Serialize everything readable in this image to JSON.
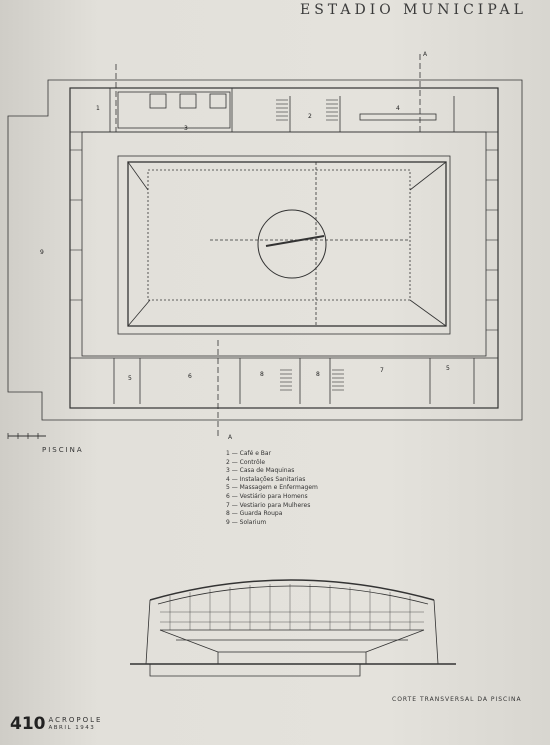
{
  "header": {
    "title": "ESTADIO MUNICIPAL"
  },
  "plan": {
    "section_marker_top": "A",
    "section_marker_bottom": "A",
    "room_numbers": [
      "1",
      "2",
      "3",
      "4",
      "5",
      "6",
      "7",
      "8",
      "9"
    ],
    "pool_label": "PISCINA"
  },
  "legend": {
    "items": [
      "1 — Café e Bar",
      "2 — Contrôle",
      "3 — Casa de Maquinas",
      "4 — Instalações Sanitarias",
      "5 — Massagem e Enfermagem",
      "6 — Vestiário para Homens",
      "7 — Vestiario para Mulheres",
      "8 — Guarda Roupa",
      "9 — Solarium"
    ]
  },
  "section": {
    "caption": "CORTE TRANSVERSAL DA PISCINA"
  },
  "footer": {
    "page_number": "410",
    "magazine": "ACROPOLE",
    "date": "ABRIL 1943"
  }
}
